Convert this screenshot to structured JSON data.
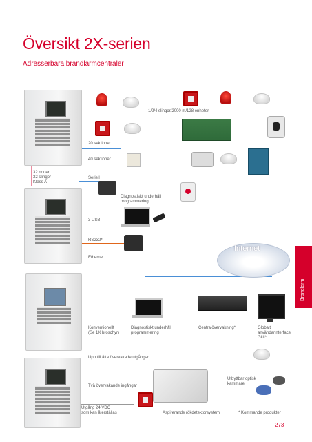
{
  "header": {
    "title": "Översikt 2X-serien",
    "subtitle": "Adresserbara brandlarmcentraler"
  },
  "labels": {
    "loop_units": "1/2/4 slingor/2000 m/128 enheter",
    "sections_20": "20 sektioner",
    "sections_40": "40 sektioner",
    "serial": "Seriell",
    "nodes": "32 noder",
    "loops": "32 slingor",
    "class": "Klass A",
    "diag1_line1": "Diagnostiskt underhåll",
    "diag1_line2": "programmering",
    "usb": "3 USB",
    "rs232": "RS232*",
    "internet": "Internet",
    "ethernet": "Ethernet",
    "conventional_line1": "Konventionellt",
    "conventional_line2": "(Se 1X broschyr)",
    "diag2_line1": "Diagnostiskt underhåll",
    "diag2_line2": "programmering",
    "central_monitoring": "Centralövervakning*",
    "global_line1": "Globalt",
    "global_line2": "användarinterface",
    "global_line3": "GUI*",
    "monitored_outputs": "Upp till åtta övervakade utgångar",
    "monitored_inputs": "Två övervakande ingångar",
    "output_24v_line1": "Utgång 24 VDC",
    "output_24v_line2": "som kan återställas",
    "aspirating": "Aspirerande rökdetektorsystem",
    "optical_line1": "Utbyttbar optisk",
    "optical_line2": "kammare",
    "coming_products": "* Kommande produkter"
  },
  "side_tab": "Brandlarm",
  "page_number": "273",
  "brand_color": "#d5002b"
}
